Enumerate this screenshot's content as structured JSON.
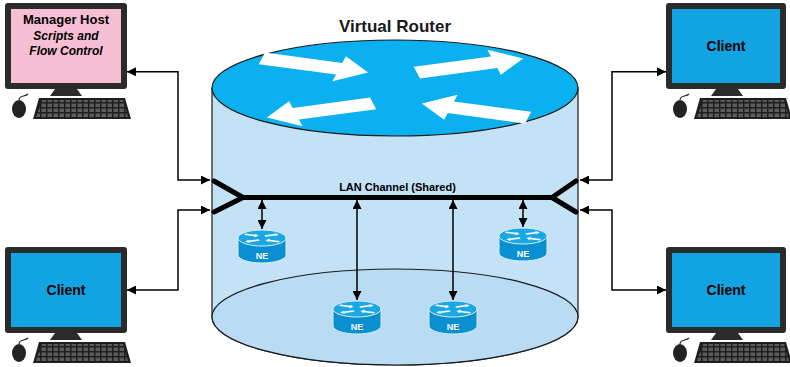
{
  "diagram": {
    "nodes": [
      {
        "text": [
          "Manager Host",
          "Scripts and Flow Control"
        ]
      },
      {
        "text": [
          "Virtual Router"
        ]
      },
      {
        "text": [
          "LAN Channel (Shared)"
        ],
        "in": 1
      },
      {
        "text": [
          "NE"
        ],
        "in": 1
      },
      {
        "text": [
          "NE"
        ],
        "in": 1
      },
      {
        "text": [
          "NE"
        ],
        "in": 1
      },
      {
        "text": [
          "NE"
        ],
        "in": 1
      },
      {
        "text": [
          "Client"
        ]
      },
      {
        "text": [
          "Client"
        ]
      },
      {
        "text": [
          "Client"
        ]
      }
    ],
    "edges": [
      {
        "from": 0,
        "to": 1,
        "arrow": "both"
      },
      {
        "from": 7,
        "to": 1,
        "arrow": "both"
      },
      {
        "from": 8,
        "to": 1,
        "arrow": "both"
      },
      {
        "from": 9,
        "to": 1,
        "arrow": "both"
      },
      {
        "from": 3,
        "to": 2,
        "arrow": "both"
      },
      {
        "from": 4,
        "to": 2,
        "arrow": "both"
      },
      {
        "from": 5,
        "to": 2,
        "arrow": "both"
      },
      {
        "from": 6,
        "to": 2,
        "arrow": "both"
      }
    ]
  }
}
